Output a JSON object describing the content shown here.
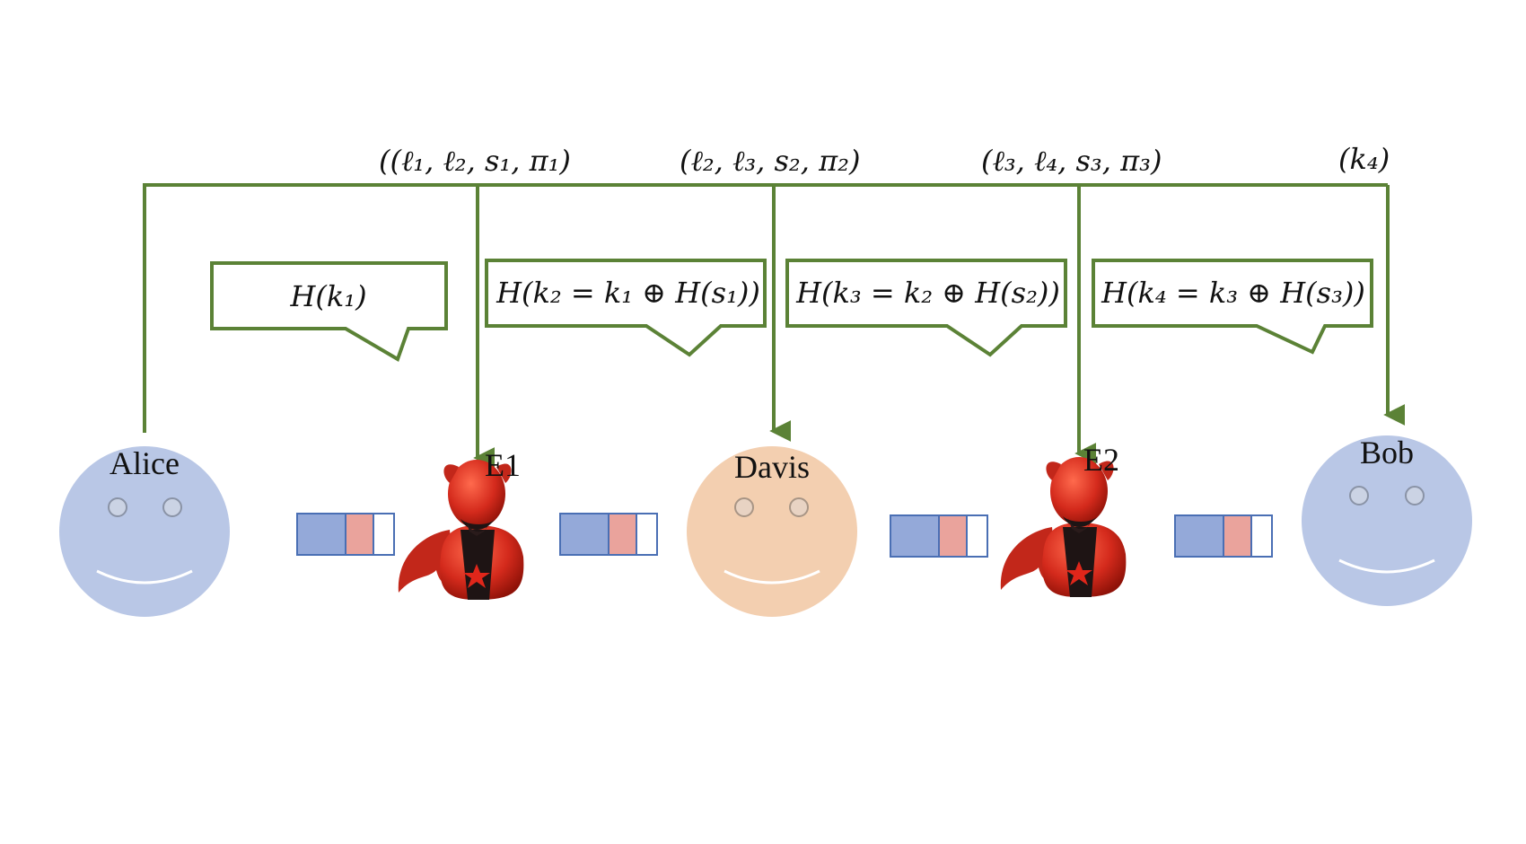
{
  "colors": {
    "arrow": "#5b8236",
    "blue_face": "#b9c7e6",
    "orange_face": "#f3cfb0",
    "block_blue": "#94a9d9",
    "block_pink": "#eaa39c",
    "block_border": "#4a6fb4",
    "devil_red": "#d42a1c"
  },
  "participants": {
    "alice": "Alice",
    "e1": "E1",
    "davis": "Davis",
    "e2": "E2",
    "bob": "Bob"
  },
  "messages": {
    "m1": "((ℓ₁, ℓ₂, s₁, π₁)",
    "m2": "(ℓ₂, ℓ₃, s₂, π₂)",
    "m3": "(ℓ₃, ℓ₄, s₃, π₃)",
    "m4": "(k₄)"
  },
  "callouts": {
    "c1": "H(k₁)",
    "c2": "H(k₂ = k₁ ⊕ H(s₁))",
    "c3": "H(k₃ = k₂ ⊕ H(s₂))",
    "c4": "H(k₄ = k₃ ⊕ H(s₃))"
  },
  "icons": {
    "adversary": "devil-icon",
    "honest": "smiley-face-icon",
    "channel": "packet-block-icon"
  }
}
